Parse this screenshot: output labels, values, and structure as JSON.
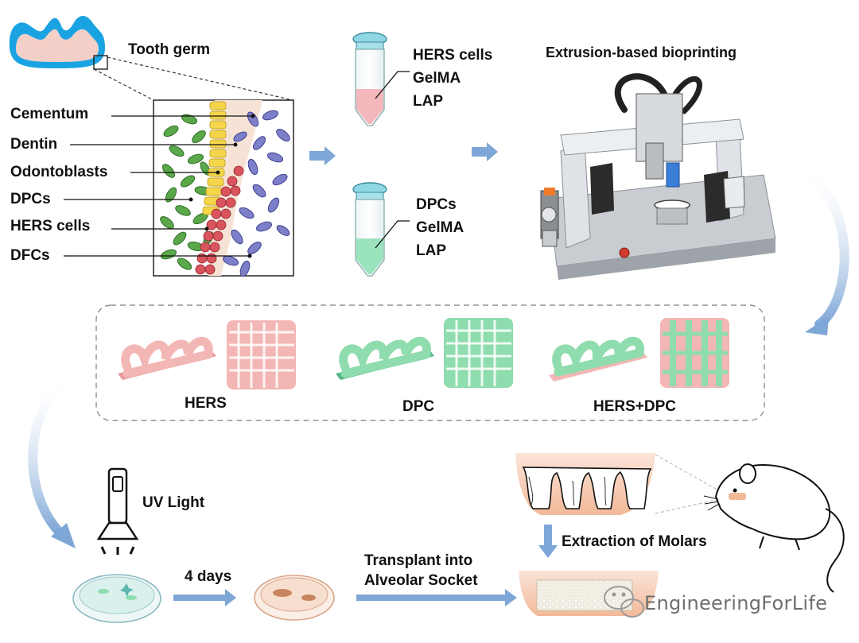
{
  "tooth": {
    "title": "Tooth germ",
    "layers": [
      "Cementum",
      "Dentin",
      "Odontoblasts",
      "DPCs",
      "HERS cells",
      "DFCs"
    ]
  },
  "tube_top": {
    "lines": [
      "HERS cells",
      "GelMA",
      "LAP"
    ]
  },
  "tube_bottom": {
    "lines": [
      "DPCs",
      "GelMA",
      "LAP"
    ]
  },
  "printer": {
    "title": "Extrusion-based bioprinting"
  },
  "scaffolds": {
    "labels": [
      "HERS",
      "DPC",
      "HERS+DPC"
    ]
  },
  "uv": {
    "label": "UV Light"
  },
  "steps": {
    "days": "4 days",
    "transplant": [
      "Transplant into",
      "Alveolar Socket"
    ],
    "extraction": "Extraction of Molars"
  },
  "watermark": "EngineeringForLife",
  "colors": {
    "pink": "#f2b7b5",
    "green": "#8fdcae",
    "arrow": "#7ea6d6",
    "yellow": "#f2d34a",
    "purple": "#7d7fc8",
    "dark_green": "#4c9a3c",
    "red": "#c9414c"
  }
}
